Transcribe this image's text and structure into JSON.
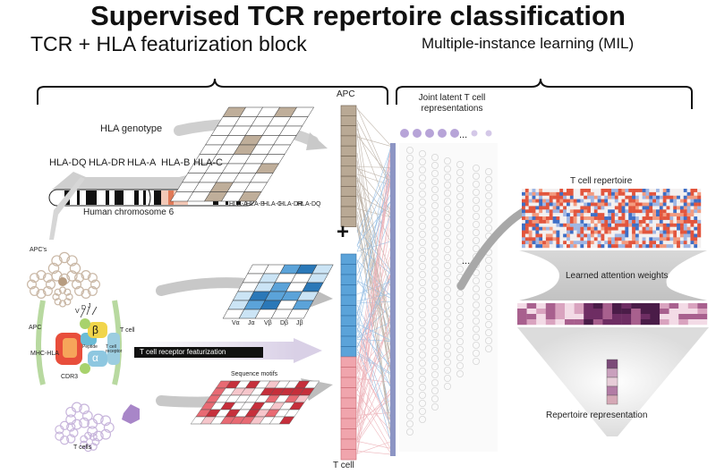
{
  "title": "Supervised TCR repertoire classification",
  "subtitle_left": "TCR + HLA featurization block",
  "subtitle_right": "Multiple-instance learning (MIL)",
  "hla": {
    "genotype_label": "HLA genotype",
    "loci": [
      "HLA-DQ",
      "HLA-DR",
      "HLA-A",
      "HLA-B",
      "HLA-C"
    ],
    "chromosome_label": "Human chromosome 6",
    "matrix_columns": [
      "HLA-A",
      "HLA-B",
      "HLA-C",
      "HLA-DR",
      "HLA-DQ"
    ]
  },
  "cells": {
    "apcs_label": "APC's",
    "apc_label": "APC",
    "tcell_label": "T cell",
    "mhc_label": "MHC-HLA",
    "peptide_label": "Peptide",
    "receptor_label": "T cell receptor",
    "beta": "β",
    "alpha": "α",
    "v": "V",
    "d": "D",
    "j": "J",
    "cdr3_label": "CDR3",
    "tcells_label": "T cells"
  },
  "tcr": {
    "segments": [
      "Vα",
      "Jα",
      "Vβ",
      "Dβ",
      "Jβ"
    ],
    "featurization_label": "T cell receptor featurization",
    "motifs_label": "Sequence motifs"
  },
  "columns": {
    "apc_top": "APC",
    "plus": "+",
    "tcell_bottom": "T cell"
  },
  "mil": {
    "latent_label": "Joint latent T cell representations",
    "ellipsis": "...",
    "repertoire_label": "T cell repertoire",
    "attention_label": "Learned attention weights",
    "representation_label": "Repertoire representation"
  },
  "colors": {
    "apc_tan": "#b9a995",
    "tcell_blue": "#5ba3d9",
    "tcell_red": "#f0a5ad",
    "latent_purple": "#b7a4d8",
    "axis_bar": "#8d95c4"
  }
}
